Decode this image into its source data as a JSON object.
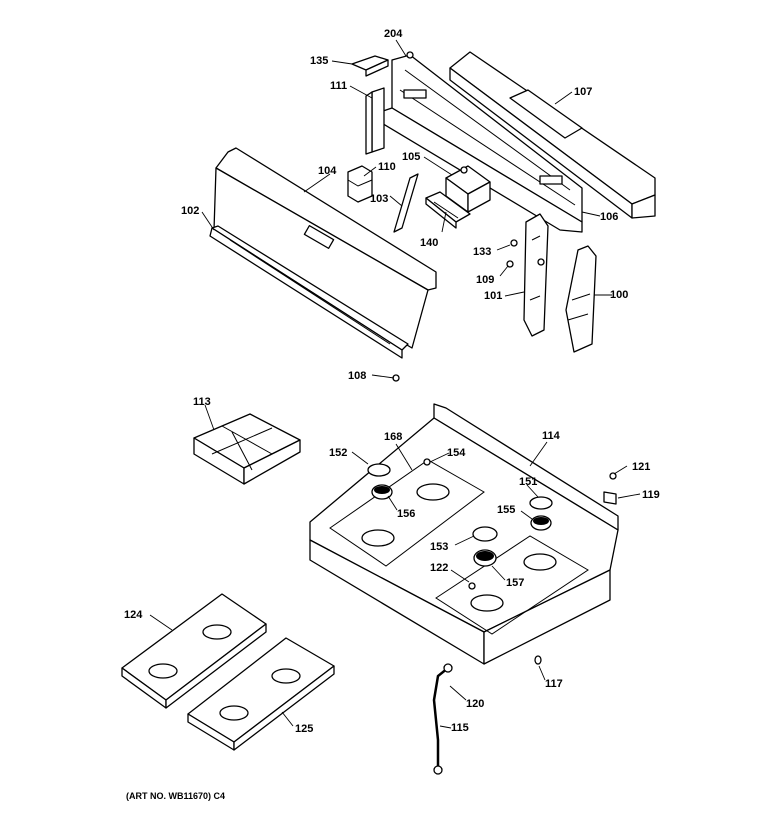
{
  "caption": "(ART NO. WB11670) C4",
  "callouts": [
    {
      "id": "c204",
      "label": "204"
    },
    {
      "id": "c135",
      "label": "135"
    },
    {
      "id": "c107",
      "label": "107"
    },
    {
      "id": "c111",
      "label": "111"
    },
    {
      "id": "c110",
      "label": "110"
    },
    {
      "id": "c105",
      "label": "105"
    },
    {
      "id": "c104",
      "label": "104"
    },
    {
      "id": "c103",
      "label": "103"
    },
    {
      "id": "c102",
      "label": "102"
    },
    {
      "id": "c140",
      "label": "140"
    },
    {
      "id": "c106",
      "label": "106"
    },
    {
      "id": "c133",
      "label": "133"
    },
    {
      "id": "c109",
      "label": "109"
    },
    {
      "id": "c101",
      "label": "101"
    },
    {
      "id": "c100",
      "label": "100"
    },
    {
      "id": "c108",
      "label": "108"
    },
    {
      "id": "c113",
      "label": "113"
    },
    {
      "id": "c168",
      "label": "168"
    },
    {
      "id": "c114",
      "label": "114"
    },
    {
      "id": "c152",
      "label": "152"
    },
    {
      "id": "c154",
      "label": "154"
    },
    {
      "id": "c121",
      "label": "121"
    },
    {
      "id": "c151",
      "label": "151"
    },
    {
      "id": "c119",
      "label": "119"
    },
    {
      "id": "c156",
      "label": "156"
    },
    {
      "id": "c155",
      "label": "155"
    },
    {
      "id": "c153",
      "label": "153"
    },
    {
      "id": "c122",
      "label": "122"
    },
    {
      "id": "c157",
      "label": "157"
    },
    {
      "id": "c124",
      "label": "124"
    },
    {
      "id": "c117",
      "label": "117"
    },
    {
      "id": "c120",
      "label": "120"
    },
    {
      "id": "c125",
      "label": "125"
    },
    {
      "id": "c115",
      "label": "115"
    }
  ]
}
